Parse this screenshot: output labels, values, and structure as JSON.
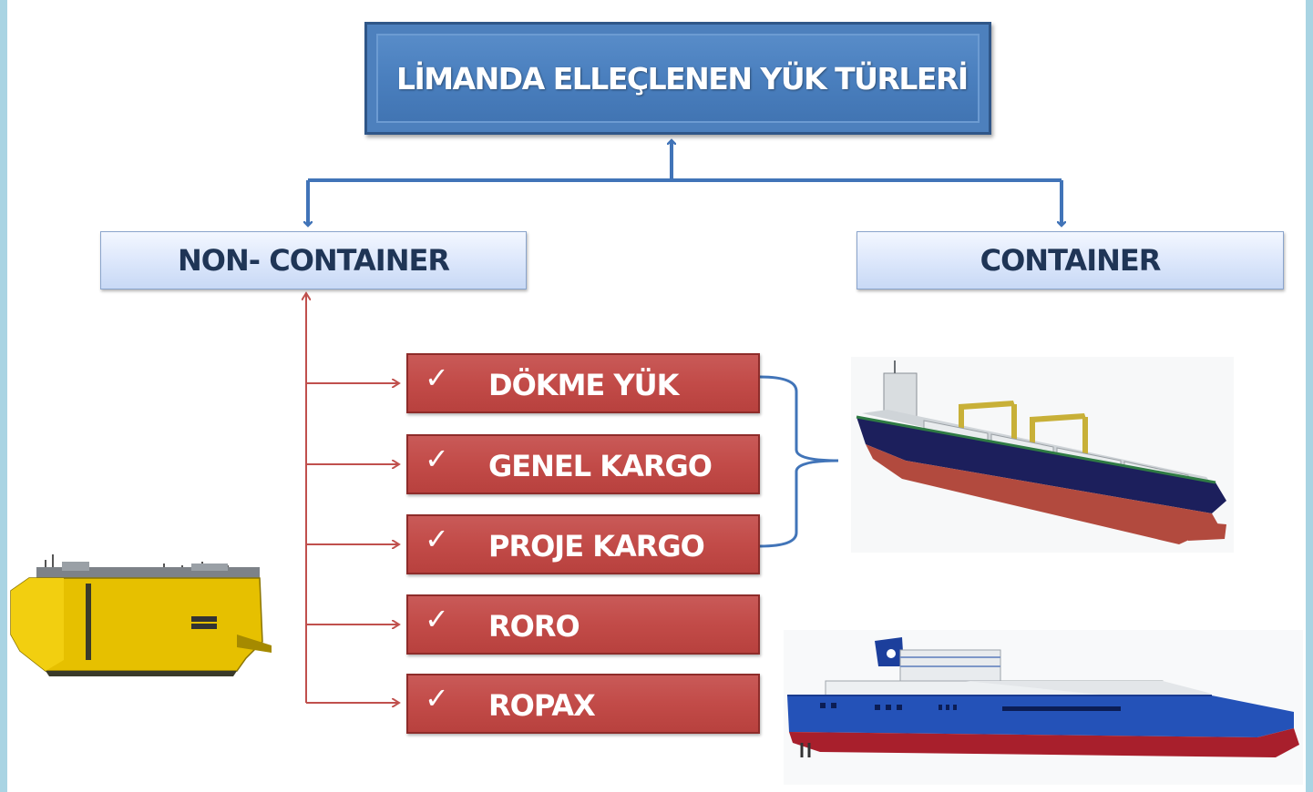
{
  "title": "LİMANDA ELLEÇLENEN YÜK TÜRLERİ",
  "categories": {
    "non_container": "NON- CONTAINER",
    "container": "CONTAINER"
  },
  "cargo_types": [
    {
      "check": "✓",
      "label": "DÖKME YÜK"
    },
    {
      "check": "✓",
      "label": "GENEL KARGO"
    },
    {
      "check": "✓",
      "label": "PROJE KARGO"
    },
    {
      "check": "✓",
      "label": "RORO"
    },
    {
      "check": "✓",
      "label": "ROPAX"
    }
  ],
  "colors": {
    "title_fill": "#4a7fbe",
    "category_fill": "#dbe6fb",
    "cargo_fill": "#c24b48",
    "connector_blue": "#4174b8",
    "connector_red": "#c0504d"
  },
  "images": [
    "roro-ship-icon",
    "bulk-carrier-ship-icon",
    "ropax-ferry-ship-icon"
  ]
}
